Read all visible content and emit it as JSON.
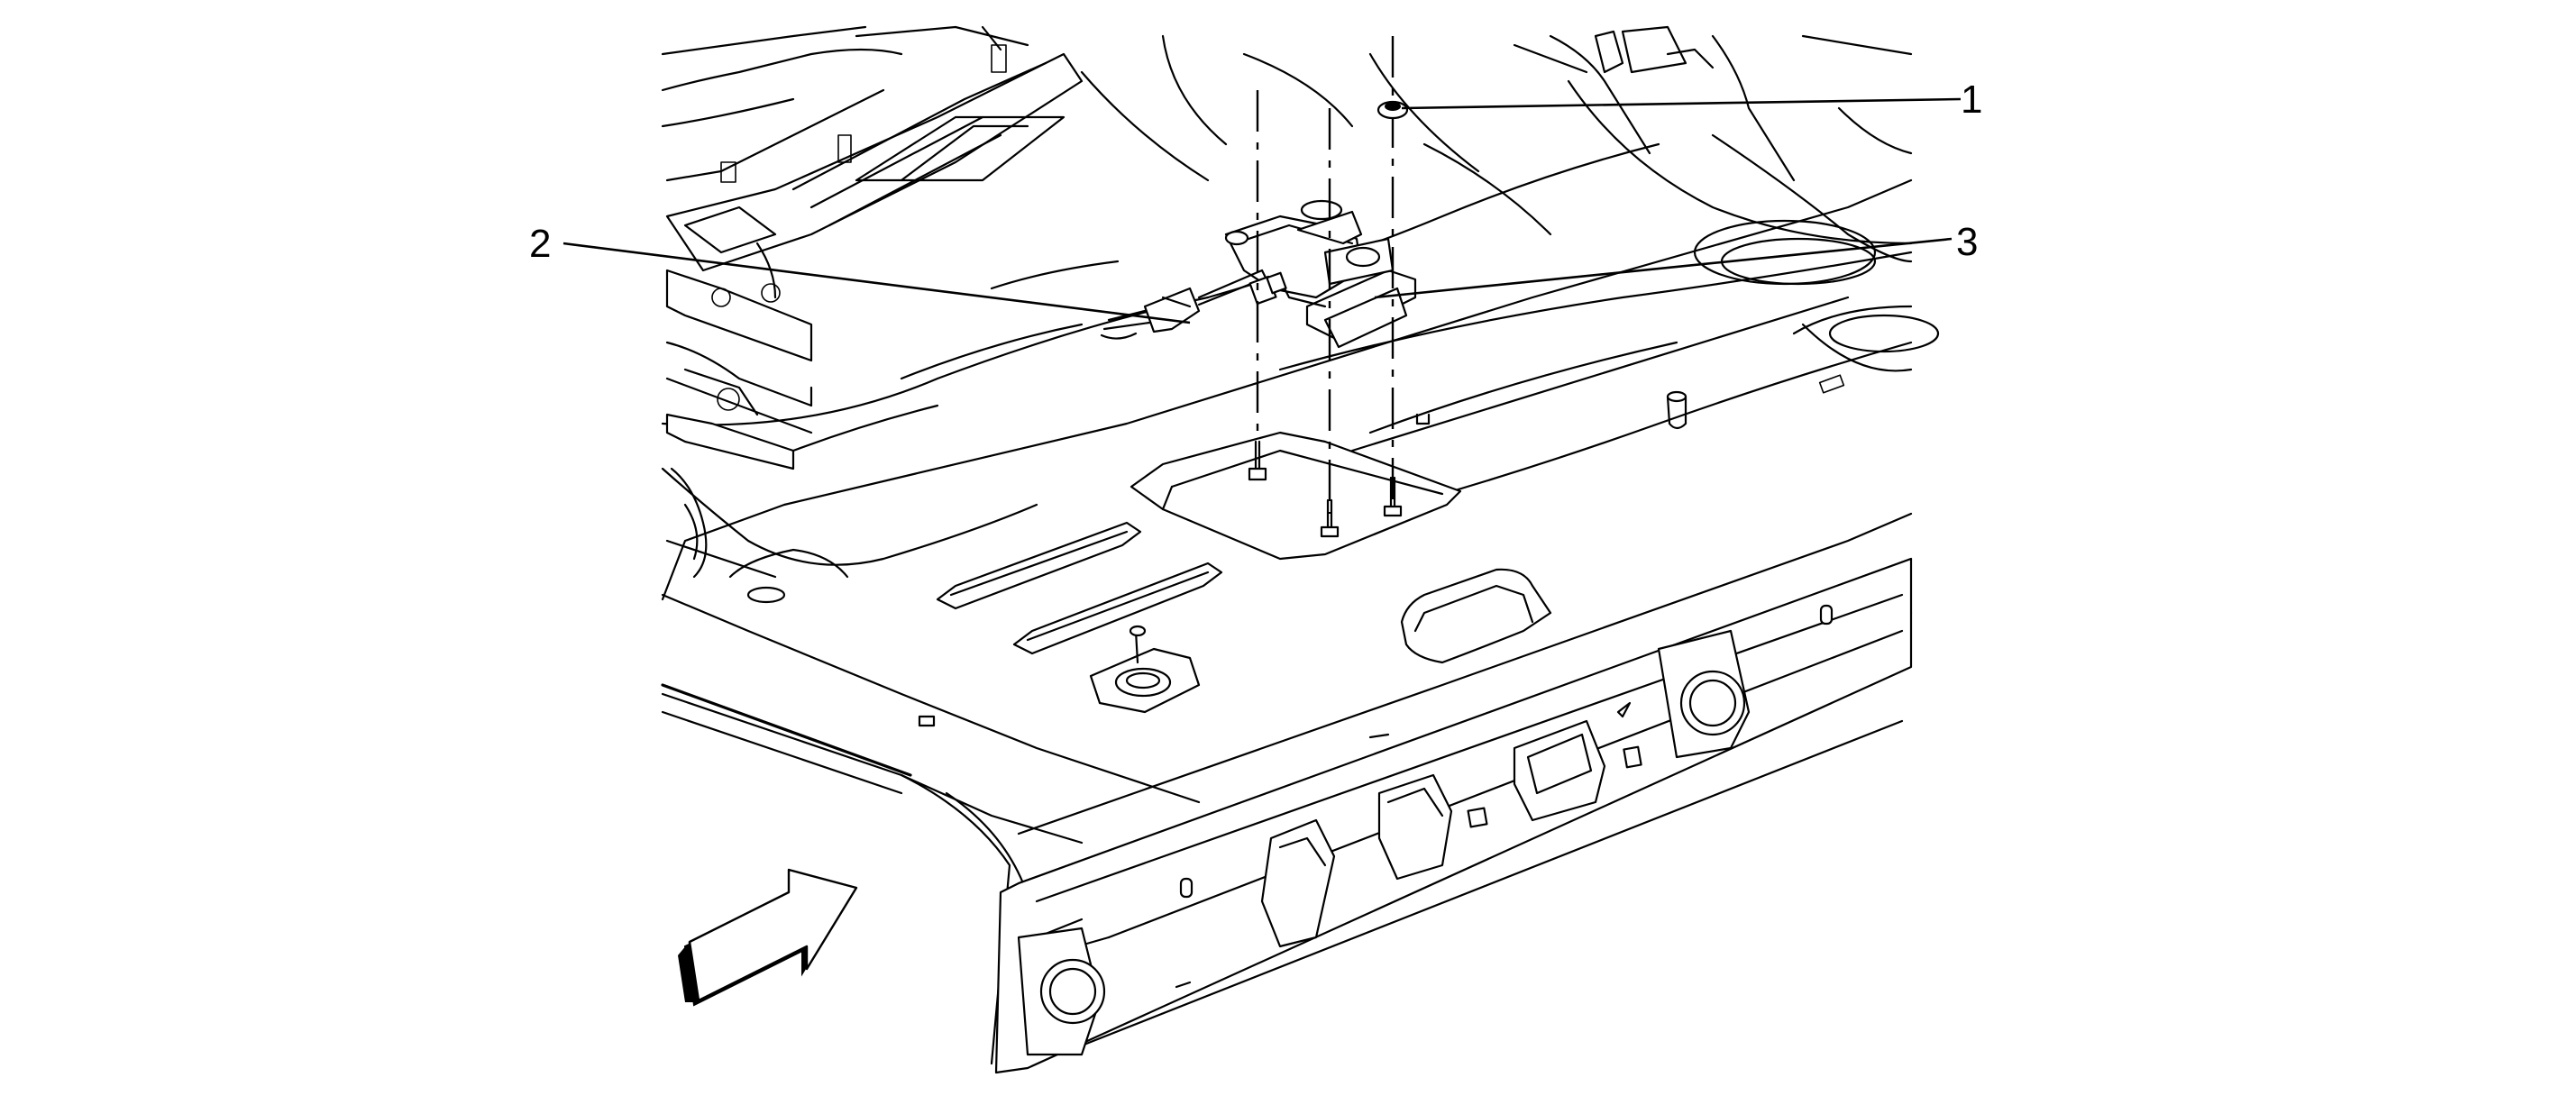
{
  "diagram": {
    "callouts": [
      {
        "id": "callout-1",
        "label": "1"
      },
      {
        "id": "callout-2",
        "label": "2"
      },
      {
        "id": "callout-3",
        "label": "3"
      }
    ],
    "parts": [
      {
        "name": "fastener-nut"
      },
      {
        "name": "electrical-connector"
      },
      {
        "name": "module-bracket"
      }
    ],
    "direction_arrow": "forward-of-vehicle-arrow",
    "colors": {
      "line": "#000000",
      "background": "#ffffff",
      "arrow_side": "#000000"
    }
  }
}
